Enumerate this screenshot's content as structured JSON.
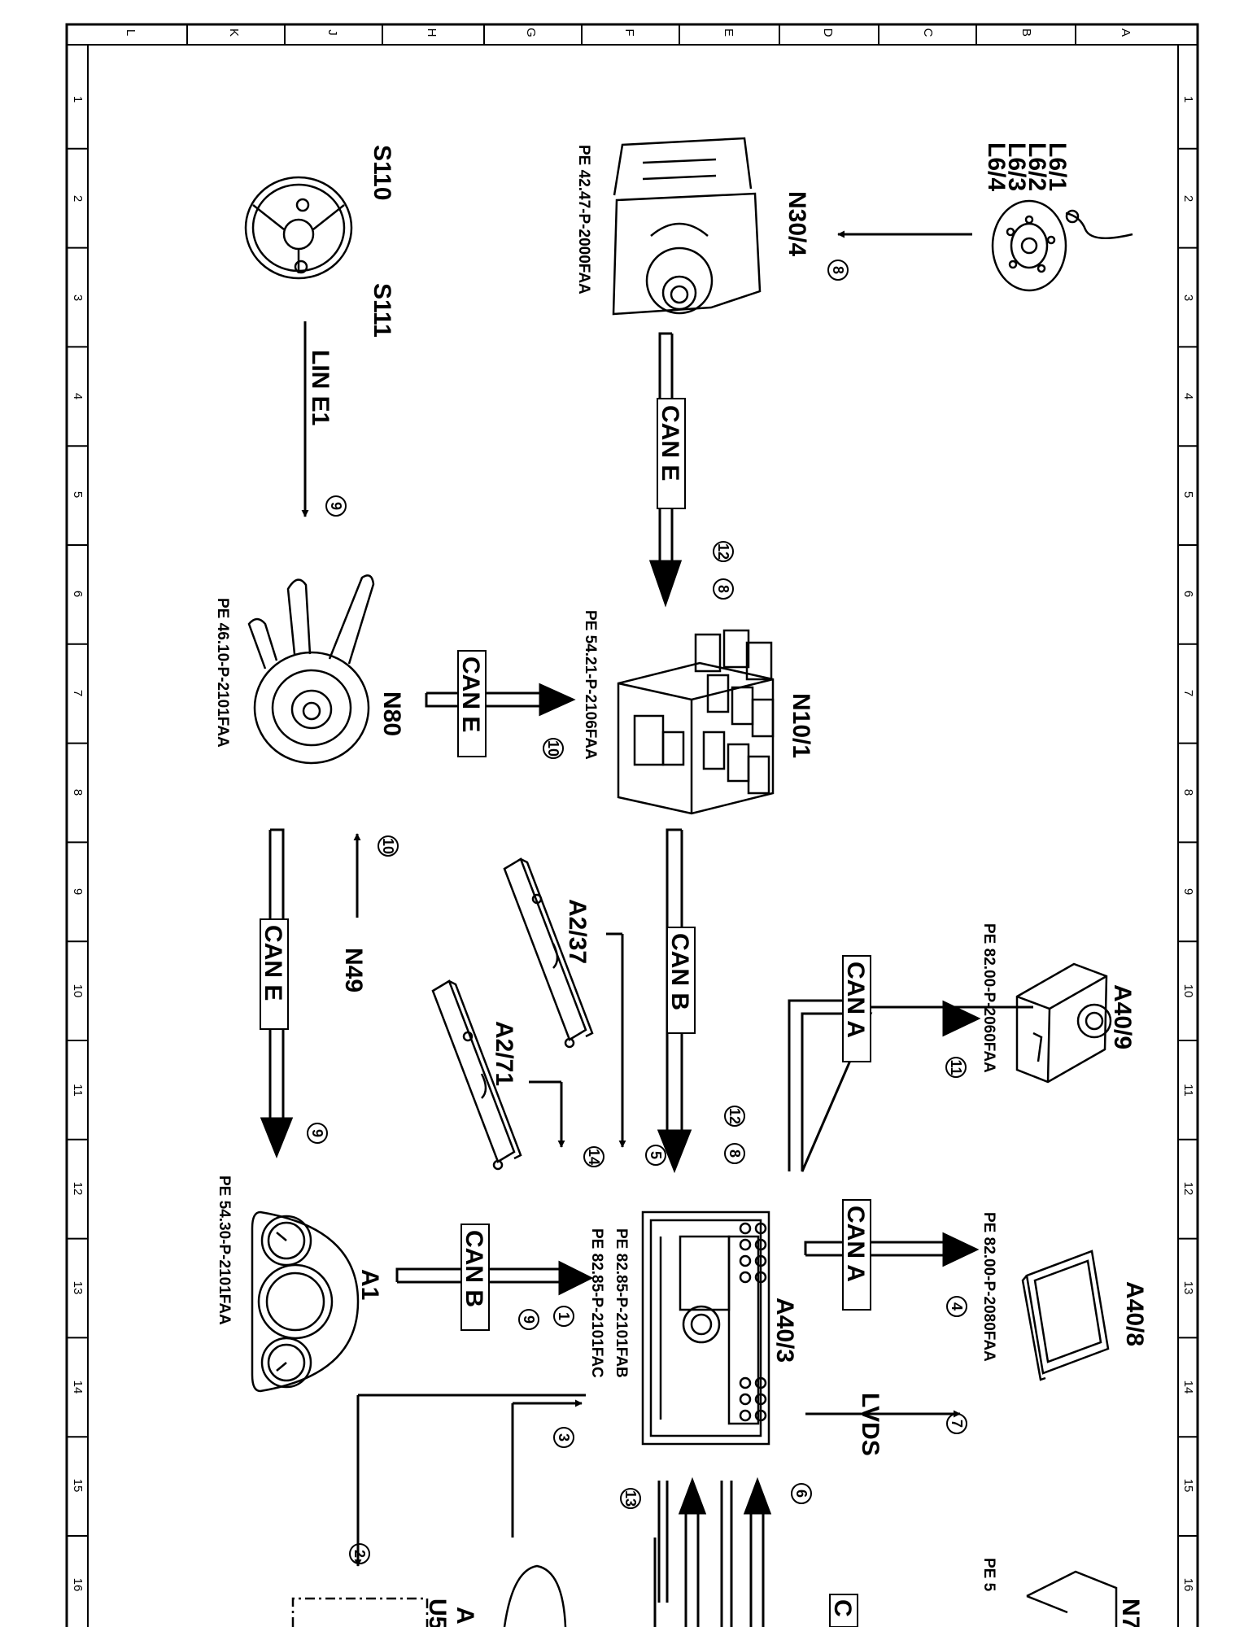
{
  "grid": {
    "letters": [
      "L",
      "K",
      "J",
      "H",
      "G",
      "F",
      "E",
      "D",
      "C",
      "B",
      "A"
    ],
    "numbers": [
      "1",
      "2",
      "3",
      "4",
      "5",
      "6",
      "7",
      "8",
      "9",
      "10",
      "11",
      "12",
      "13",
      "14",
      "15",
      "16"
    ]
  },
  "components": {
    "l6": [
      "L6/1",
      "L6/2",
      "L6/3",
      "L6/4"
    ],
    "n30_4": "N30/4",
    "n30_4_pe": "PE 42.47-P-2000FAA",
    "s110": "S110",
    "s111": "S111",
    "n10_1": "N10/1",
    "n10_1_pe": "PE 54.21-P-2106FAA",
    "n80": "N80",
    "n80_pe": "PE 46.10-P-2101FAA",
    "n49": "N49",
    "a2_37": "A2/37",
    "a2_71": "A2/71",
    "a40_9": "A40/9",
    "a40_9_pe": "PE 82.00-P-2060FAA",
    "a40_8": "A40/8",
    "a40_8_pe": "PE 82.00-P-2080FAA",
    "a40_3": "A40/3",
    "a40_3_pe1": "PE 82.85-P-2101FAB",
    "a40_3_pe2": "PE 82.85-P-2101FAC",
    "a1": "A1",
    "a1_pe": "PE 54.30-P-2101FAA",
    "n7_partial": "N7",
    "n7_pe_partial": "PE 5",
    "u5_partial": "U5",
    "a_partial": "A"
  },
  "buses": {
    "can_e": "CAN E",
    "can_b": "CAN B",
    "can_a": "CAN A",
    "lin_e1": "LIN E1",
    "lvds": "LVDS",
    "c_partial": "C"
  },
  "callouts": [
    "1",
    "2",
    "3",
    "4",
    "5",
    "6",
    "7",
    "8",
    "9",
    "10",
    "11",
    "12",
    "13",
    "14"
  ]
}
